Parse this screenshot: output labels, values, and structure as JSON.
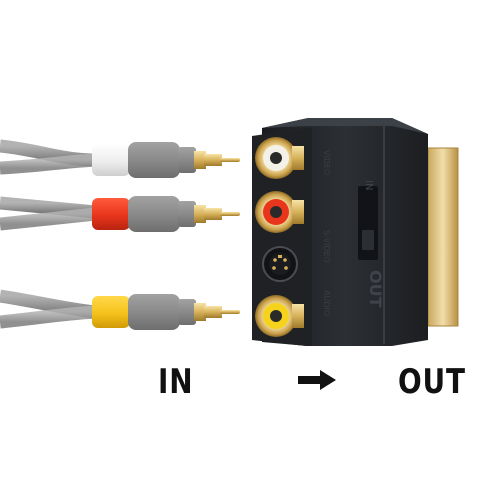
{
  "labels": {
    "input": "IN",
    "output": "OUT"
  },
  "adapter_text": {
    "switch_label": "OUT",
    "switch_label_small": "IN",
    "side_text": [
      "VIDEO",
      "S-VIDEO",
      "AUDIO"
    ]
  },
  "icons": {
    "direction": "arrow-right-icon"
  },
  "colors": {
    "cable": "#9a9a9a",
    "plug_white": "#f2f2f2",
    "plug_red": "#e8351c",
    "plug_yellow": "#f5c21b",
    "plug_grey": "#8b8b8b",
    "gold": "#d7b25a",
    "adapter_body": "#23262a",
    "background": "#ffffff"
  }
}
